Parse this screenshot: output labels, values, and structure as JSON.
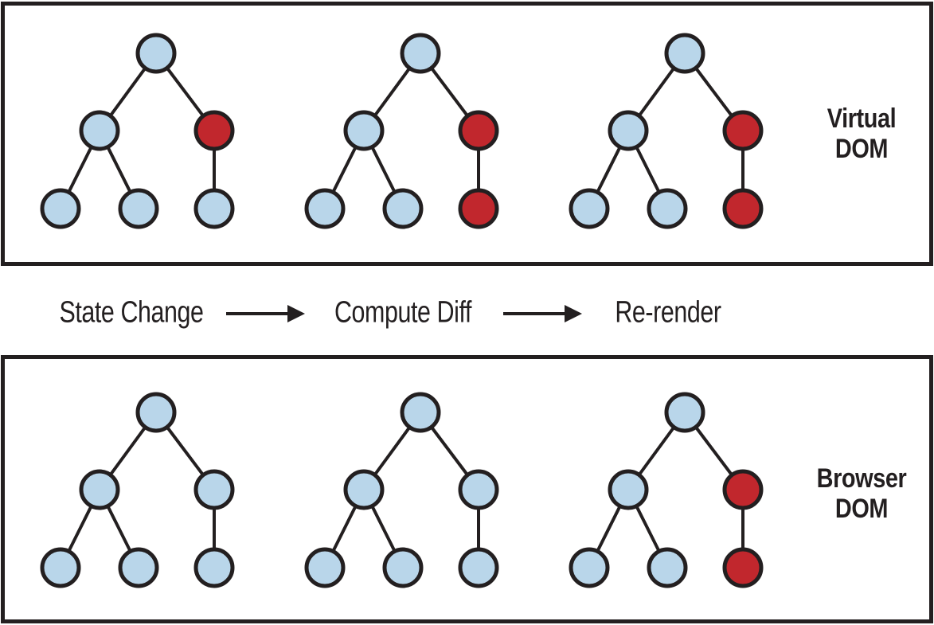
{
  "colors": {
    "node_blue": "#B9D6EA",
    "node_red": "#C1272D",
    "stroke": "#231F20",
    "background": "#FFFFFF"
  },
  "panels": [
    {
      "id": "virtual-dom",
      "label_lines": [
        "Virtual",
        "DOM"
      ],
      "trees": [
        {
          "nodes": [
            "blue",
            "blue",
            "red",
            "blue",
            "blue",
            "blue"
          ]
        },
        {
          "nodes": [
            "blue",
            "blue",
            "red",
            "blue",
            "blue",
            "red"
          ]
        },
        {
          "nodes": [
            "blue",
            "blue",
            "red",
            "blue",
            "blue",
            "red"
          ]
        }
      ]
    },
    {
      "id": "browser-dom",
      "label_lines": [
        "Browser",
        "DOM"
      ],
      "trees": [
        {
          "nodes": [
            "blue",
            "blue",
            "blue",
            "blue",
            "blue",
            "blue"
          ]
        },
        {
          "nodes": [
            "blue",
            "blue",
            "blue",
            "blue",
            "blue",
            "blue"
          ]
        },
        {
          "nodes": [
            "blue",
            "blue",
            "red",
            "blue",
            "blue",
            "red"
          ]
        }
      ]
    }
  ],
  "flow": {
    "steps": [
      "State Change",
      "Compute Diff",
      "Re-render"
    ],
    "arrow_icon": "arrow-right"
  },
  "tree_structure": {
    "node_order": [
      "root",
      "left-child",
      "right-child",
      "left-grandchild-1",
      "left-grandchild-2",
      "right-grandchild"
    ],
    "edges": [
      [
        "root",
        "left-child"
      ],
      [
        "root",
        "right-child"
      ],
      [
        "left-child",
        "left-grandchild-1"
      ],
      [
        "left-child",
        "left-grandchild-2"
      ],
      [
        "right-child",
        "right-grandchild"
      ]
    ]
  }
}
